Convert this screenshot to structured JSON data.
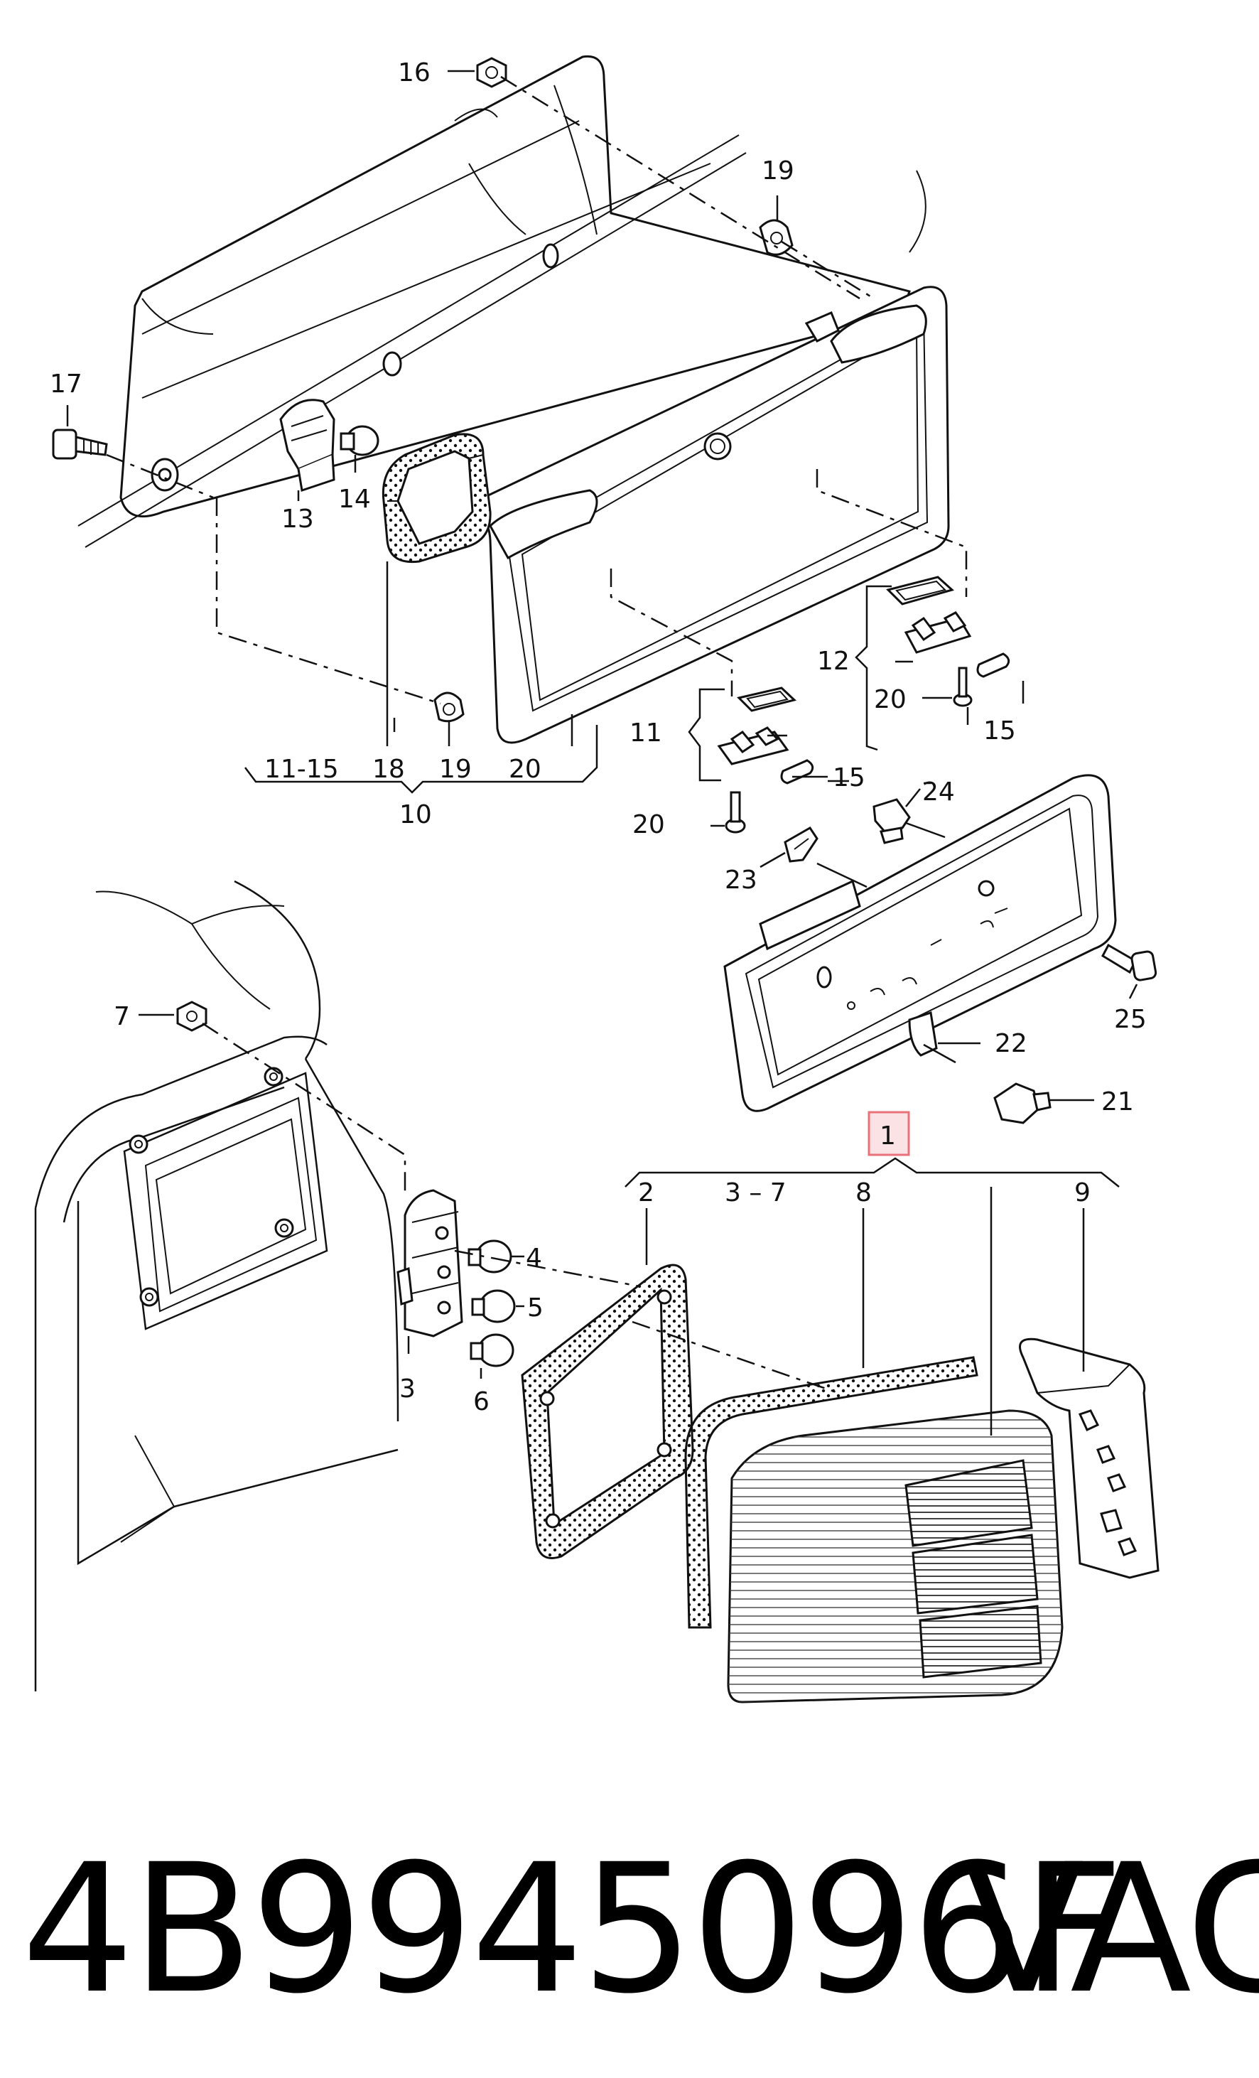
{
  "diagram": {
    "labels": {
      "l16": "16",
      "l19a": "19",
      "l17": "17",
      "l13": "13",
      "l14": "14",
      "l12": "12",
      "l20a": "20",
      "l15a": "15",
      "l11": "11",
      "l15b": "15",
      "l20b": "20",
      "l24": "24",
      "l23": "23",
      "l25": "25",
      "l22": "22",
      "l21": "21",
      "l7": "7",
      "l4": "4",
      "l5": "5",
      "l3": "3",
      "l6": "6",
      "l1": "1",
      "l2": "2",
      "l3to7": "3 – 7",
      "l8": "8",
      "l9": "9",
      "g10_a": "11-15",
      "g10_b": "18",
      "g10_c": "19",
      "g10_d": "20",
      "g10": "10"
    },
    "highlight_color": "#e8727a"
  },
  "footer": {
    "part_number": "4B9945096F",
    "brand": "VAG"
  }
}
